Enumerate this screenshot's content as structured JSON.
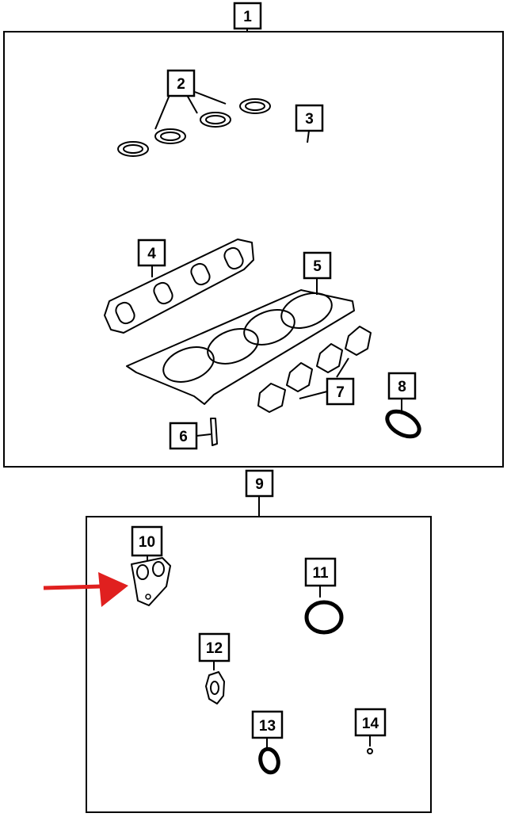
{
  "callouts": {
    "c1": "1",
    "c2": "2",
    "c3": "3",
    "c4": "4",
    "c5": "5",
    "c6": "6",
    "c7": "7",
    "c8": "8",
    "c9": "9",
    "c10": "10",
    "c11": "11",
    "c12": "12",
    "c13": "13",
    "c14": "14"
  },
  "colors": {
    "line": "#000000",
    "background": "#ffffff",
    "highlight_arrow": "#e0201f"
  }
}
